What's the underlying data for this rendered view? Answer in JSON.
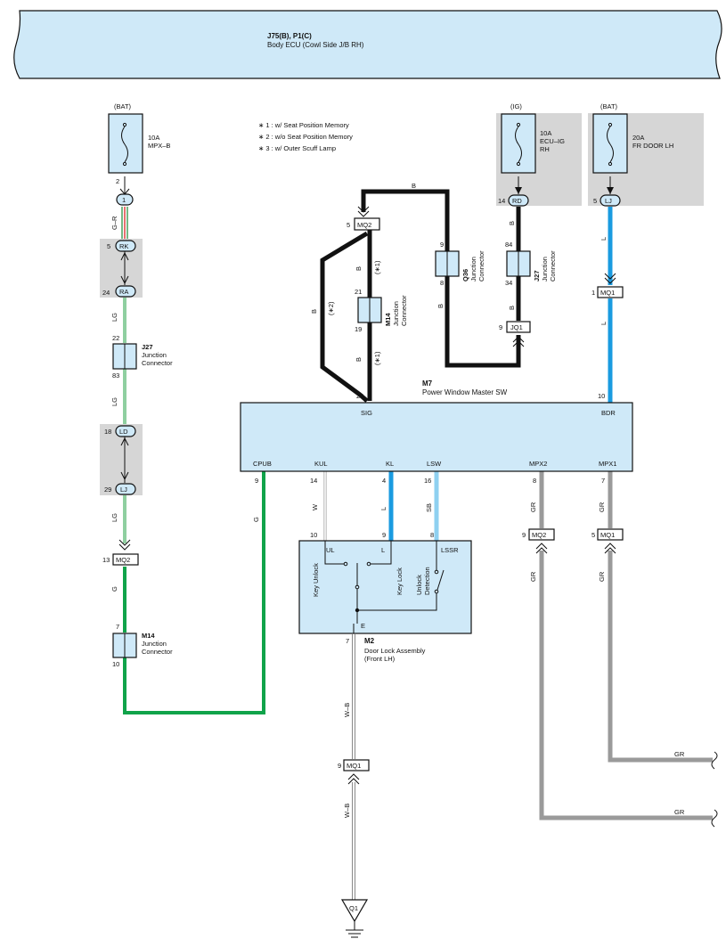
{
  "ecu": {
    "title": "J75(B), P1(C)",
    "subtitle": "Body ECU (Cowl Side J/B RH)"
  },
  "notes": [
    "∗ 1 : w/ Seat Position Memory",
    "∗ 2 : w/o Seat Position Memory",
    "∗ 3 : w/ Outer Scuff Lamp"
  ],
  "left": {
    "bat": "(BAT)",
    "fuse_amp": "10A",
    "fuse_name": "MPX–B",
    "pin2": "2",
    "conn1": "1",
    "wire_gr": "G–R",
    "rk_pin": "5",
    "rk": "RK",
    "ra_pin": "24",
    "ra": "RA",
    "wire_lg1": "LG",
    "j27_top": "22",
    "j27_name": "J27",
    "j27_l1": "Junction",
    "j27_l2": "Connector",
    "j27_bot": "83",
    "wire_lg2": "LG",
    "ld_pin": "18",
    "ld": "LD",
    "lj_pin": "29",
    "lj": "LJ",
    "wire_lg3": "LG",
    "mq2_pin": "13",
    "mq2": "MQ2",
    "wire_g1": "G",
    "m14_top": "7",
    "m14_name": "M14",
    "m14_l1": "Junction",
    "m14_l2": "Connector",
    "m14_bot": "10"
  },
  "mid": {
    "b_top": "B",
    "mq2_pin": "5",
    "mq2": "MQ2",
    "b1": "B",
    "star1a": "(∗1)",
    "m14_top": "21",
    "m14_bot": "19",
    "m14_name": "M14",
    "m14_l1": "Junction",
    "m14_l2": "Connector",
    "b2": "B",
    "star1b": "(∗1)",
    "b3": "B",
    "star2": "(∗2)",
    "pin20": "20",
    "q36_top": "9",
    "q36_bot": "8",
    "q36_name": "Q36",
    "q36_l1": "Junction",
    "q36_l2": "Connector",
    "b4": "B"
  },
  "ig": {
    "label": "(IG)",
    "fuse_amp": "10A",
    "fuse_name1": "ECU–IG",
    "fuse_name2": "RH",
    "rd_pin": "14",
    "rd": "RD",
    "b5": "B",
    "j27_top": "84",
    "j27_bot": "34",
    "j27_name": "J27",
    "j27_l1": "Junction",
    "j27_l2": "Connector",
    "b6": "B",
    "jq1_pin": "9",
    "jq1": "JQ1"
  },
  "right": {
    "bat": "(BAT)",
    "fuse_amp": "20A",
    "fuse_name": "FR DOOR LH",
    "lj_pin": "5",
    "lj": "LJ",
    "wire_l1": "L",
    "mq1_pin": "1",
    "mq1": "MQ1",
    "wire_l2": "L",
    "pin10": "10"
  },
  "m7": {
    "name": "M7",
    "title": "Power Window Master SW",
    "sig": "SIG",
    "bdr": "BDR",
    "cpub": "CPUB",
    "kul": "KUL",
    "kl": "KL",
    "lsw": "LSW",
    "mpx2": "MPX2",
    "mpx1": "MPX1",
    "p9": "9",
    "p14": "14",
    "p4": "4",
    "p16": "16",
    "p8": "8",
    "p7": "7"
  },
  "wires": {
    "g": "G",
    "w": "W",
    "l": "L",
    "sb": "SB",
    "gr1": "GR",
    "gr2": "GR",
    "gr3": "GR",
    "gr4": "GR",
    "gr5": "GR",
    "gr6": "GR",
    "mpx2_conn_pin": "9",
    "mpx2_conn": "MQ2",
    "mpx1_conn_pin": "5",
    "mpx1_conn": "MQ1"
  },
  "m2": {
    "p10": "10",
    "p9": "9",
    "p8": "8",
    "ul": "UL",
    "l": "L",
    "lssr": "LSSR",
    "key_unlock": "Key Unlock",
    "key_lock": "Key Lock",
    "unlock1": "Unlock",
    "unlock2": "Detection",
    "e": "E",
    "p7": "7",
    "name": "M2",
    "title1": "Door Lock Assembly",
    "title2": "(Front LH)"
  },
  "ground": {
    "wb1": "W–B",
    "mq1_pin": "9",
    "mq1": "MQ1",
    "wb2": "W–B",
    "q1": "Q1"
  },
  "colors": {
    "lg": "#8fcfa0",
    "g": "#10a34a",
    "l": "#1a9be0",
    "sb": "#8ed0f0",
    "gr": "#9a9a9a",
    "b": "#111111",
    "box": "#cfe9f8",
    "shade": "#d6d6d6"
  }
}
